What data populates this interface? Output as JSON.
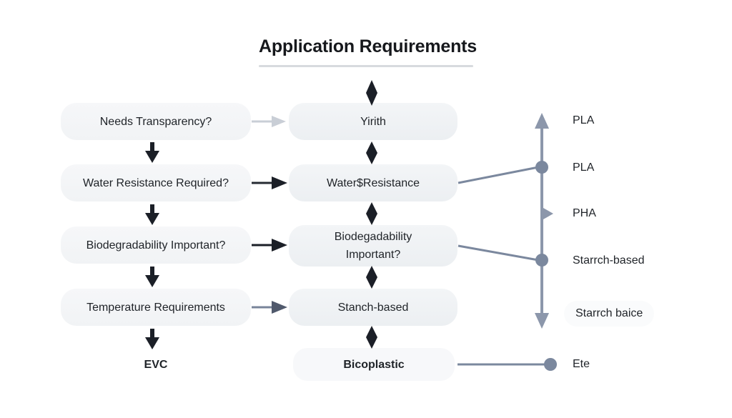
{
  "header": {
    "title": "Application Requirements"
  },
  "left_column": {
    "nodes": [
      {
        "label": "Needs Transparency?",
        "style": "pill"
      },
      {
        "label": "Water Resistance Required?",
        "style": "pill"
      },
      {
        "label": "Biodegradability Important?",
        "style": "pill"
      },
      {
        "label": "Temperature Requirements",
        "style": "pill"
      },
      {
        "label": "EVC",
        "style": "plain-bold"
      }
    ],
    "connector_icon": "down-arrow-icon"
  },
  "center_column": {
    "nodes": [
      {
        "label": "Yirith",
        "style": "pill"
      },
      {
        "label": "Water$Resistance",
        "style": "pill"
      },
      {
        "label": "Biodegadability Important?",
        "style": "pill-two-line"
      },
      {
        "label": "Stanch-based",
        "style": "pill"
      },
      {
        "label": "Bicoplastic",
        "style": "pill-bold"
      }
    ],
    "connector_icon": "double-arrow-diamond-icon"
  },
  "right_column": {
    "labels": [
      {
        "text": "PLA",
        "style": "plain"
      },
      {
        "text": "PLA",
        "style": "plain"
      },
      {
        "text": "PHA",
        "style": "plain"
      },
      {
        "text": "Starrch-based",
        "style": "plain"
      },
      {
        "text": "Starrch baice",
        "style": "ghost-pill"
      },
      {
        "text": "Ete",
        "style": "plain"
      }
    ],
    "axis_icon": "vertical-double-arrow-icon",
    "marker_icon": "right-triangle-marker-icon",
    "node_icon": "connector-dot-icon"
  },
  "cross_arrows": [
    {
      "name": "arrow-transparency-to-yirith",
      "tone": "light"
    },
    {
      "name": "arrow-water-resistance",
      "tone": "dark"
    },
    {
      "name": "arrow-biodegradability",
      "tone": "dark"
    },
    {
      "name": "arrow-temperature",
      "tone": "slate"
    }
  ],
  "colors": {
    "background": "#ffffff",
    "pill": "#f1f3f5",
    "text": "#1f2328",
    "slate": "#78849a",
    "dark_arrow": "#1b1f27",
    "light_arrow": "#c9ced6",
    "rule": "#d7dade"
  }
}
